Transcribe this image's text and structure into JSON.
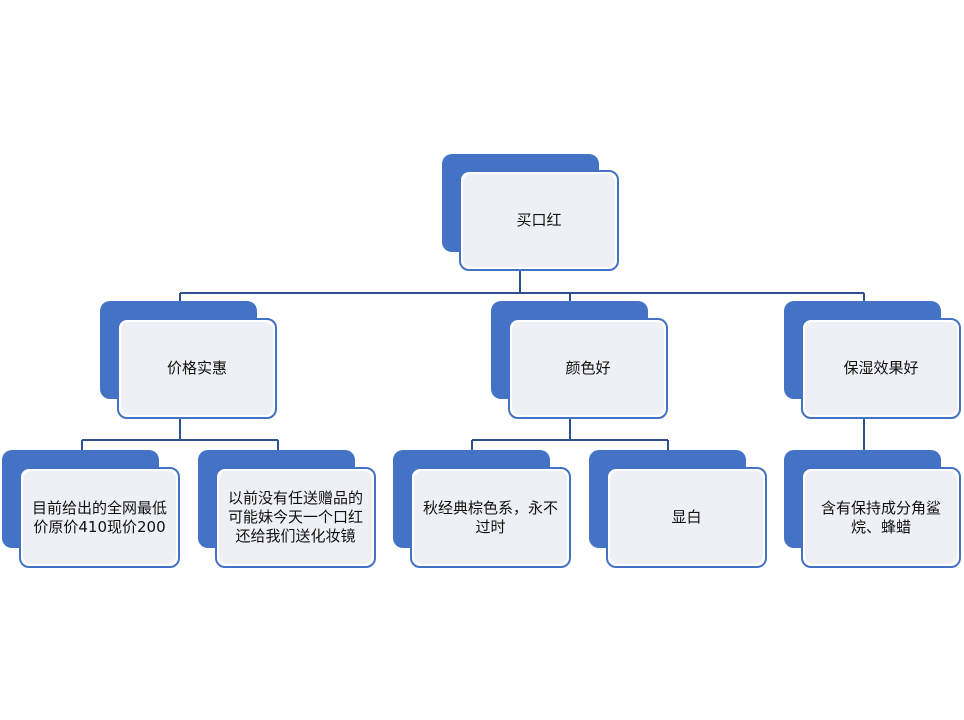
{
  "colors": {
    "accent": "#4472c4",
    "card_fill": "#eef0f6",
    "line": "#2f4f8f"
  },
  "root": {
    "label": "买口红"
  },
  "categories": [
    {
      "label": "价格实惠",
      "children": [
        {
          "label": "目前给出的全网最低价原价410现价200"
        },
        {
          "label": "以前没有任送赠品的可能妹今天一个口红还给我们送化妆镜"
        }
      ]
    },
    {
      "label": "颜色好",
      "children": [
        {
          "label": "秋经典棕色系，永不过时"
        },
        {
          "label": "显白"
        }
      ]
    },
    {
      "label": "保湿效果好",
      "children": [
        {
          "label": "含有保持成分角鲨烷、蜂蜡"
        }
      ]
    }
  ]
}
